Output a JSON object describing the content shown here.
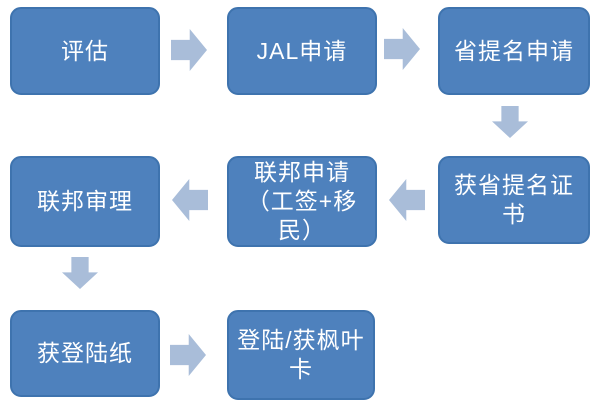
{
  "diagram": {
    "type": "flowchart",
    "steps": {
      "evaluation": {
        "label": "评估"
      },
      "jal_application": {
        "label": "JAL申请"
      },
      "provincial_nomination_application": {
        "label": "省提名申请"
      },
      "provincial_nomination_certificate": {
        "label": "获省提名证\n书"
      },
      "federal_application": {
        "label": "联邦申请\n（工签+移民）"
      },
      "federal_review": {
        "label": "联邦审理"
      },
      "landing_paper": {
        "label": "获登陆纸"
      },
      "landing_maple_leaf_card": {
        "label": "登陆/获枫叶\n卡"
      }
    },
    "flow_order": [
      "evaluation",
      "jal_application",
      "provincial_nomination_application",
      "provincial_nomination_certificate",
      "federal_application",
      "federal_review",
      "landing_paper",
      "landing_maple_leaf_card"
    ]
  },
  "colors": {
    "box_fill": "#4E81BD",
    "box_border": "#3E73AE",
    "arrow": "#A9BDD9",
    "text": "#FFFFFF",
    "background": "#FFFFFF"
  }
}
